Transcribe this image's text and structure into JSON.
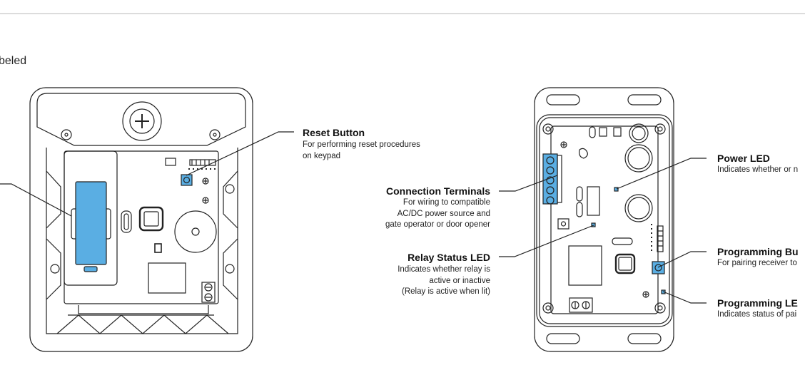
{
  "heading": "beled",
  "callouts": {
    "reset_button": {
      "title": "Reset Button",
      "desc": "For performing reset procedures\non keypad"
    },
    "connection_terminals": {
      "title": "Connection Terminals",
      "desc": "For wiring to compatible\nAC/DC power source and\ngate operator or door opener"
    },
    "relay_status_led": {
      "title": "Relay Status LED",
      "desc": "Indicates whether relay is\nactive or inactive\n(Relay is active when lit)"
    },
    "power_led": {
      "title": "Power LED",
      "desc": "Indicates whether or n"
    },
    "programming_button": {
      "title": "Programming Bu",
      "desc": "For pairing receiver to"
    },
    "programming_led": {
      "title": "Programming LE",
      "desc": "Indicates status of pai"
    }
  },
  "colors": {
    "highlight": "#5aaee3",
    "line": "#222222",
    "rule": "#dcdcdc"
  }
}
